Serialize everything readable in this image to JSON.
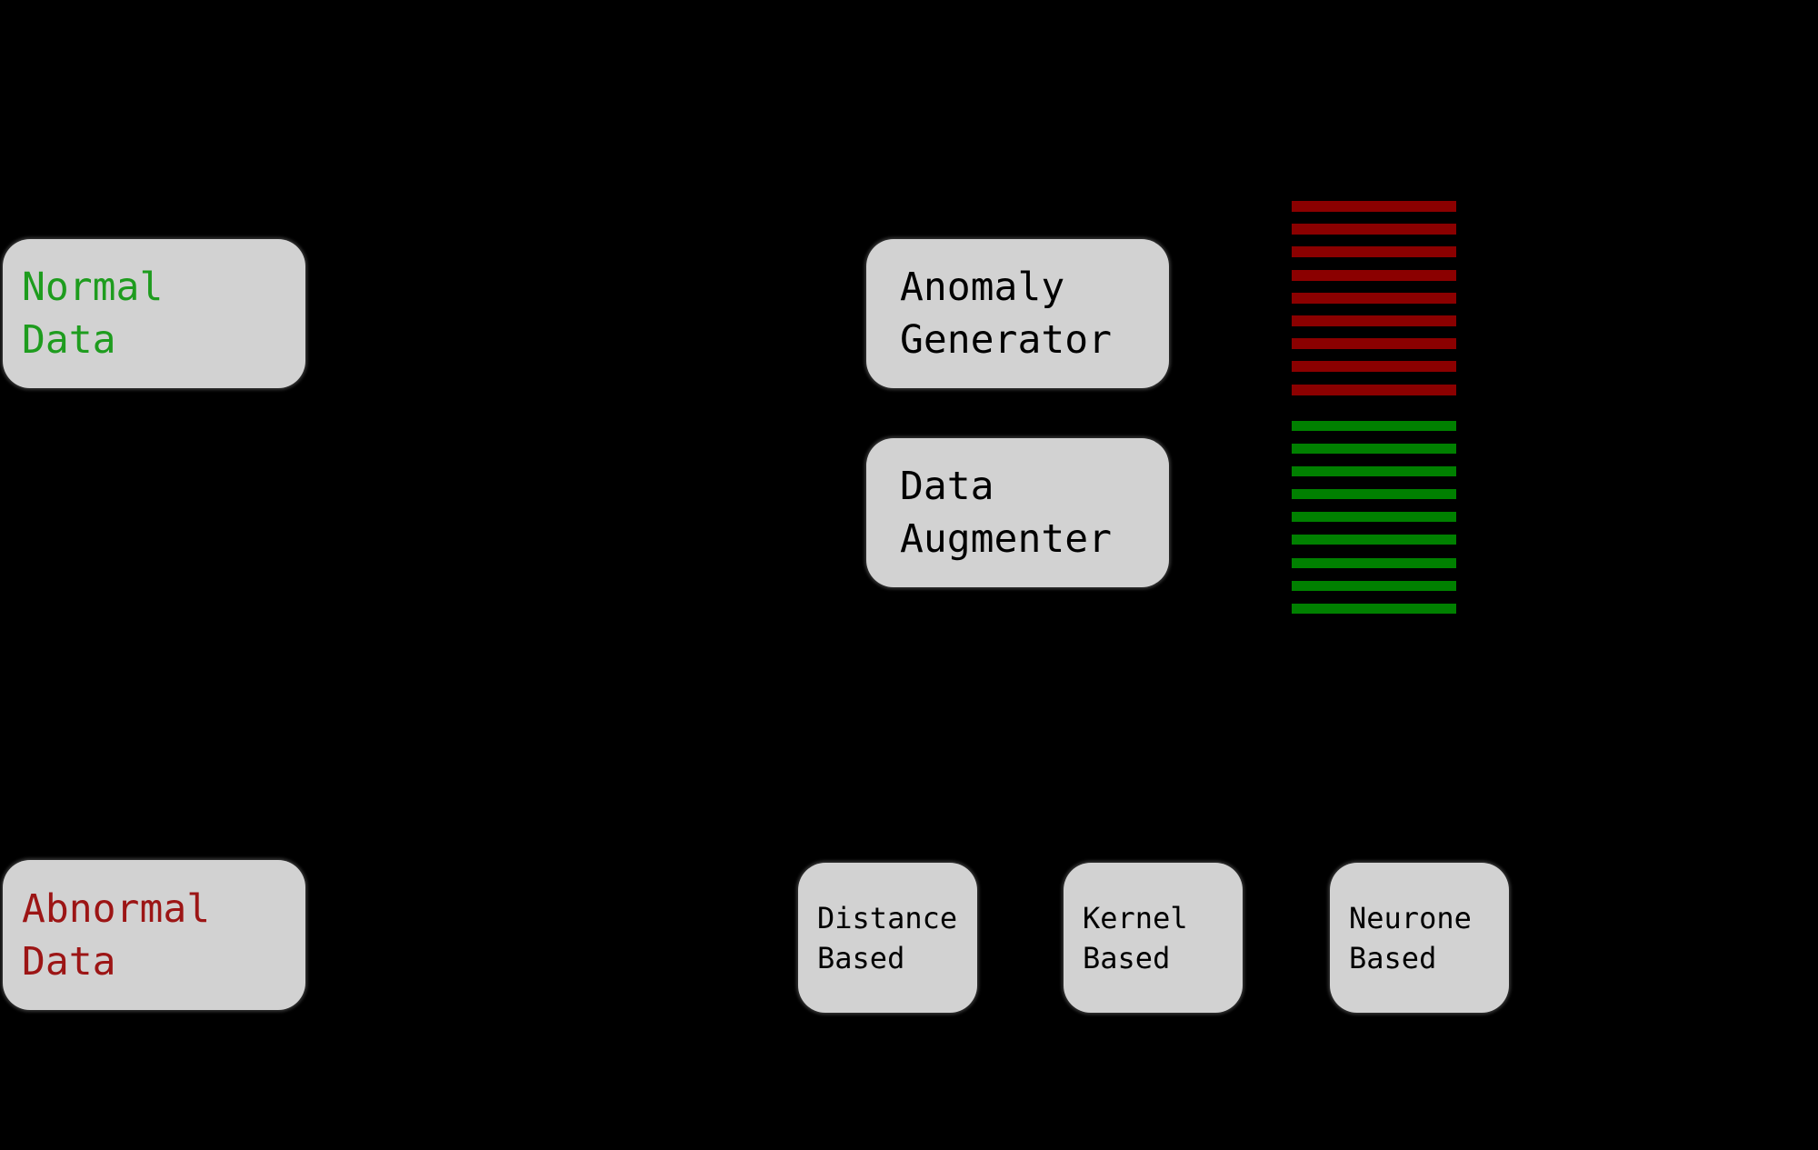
{
  "diagram": {
    "background_color": "#000000",
    "node_fill_color": "#d2d2d2",
    "nodes": {
      "normal_data": {
        "line1": "Normal",
        "line2": "Data",
        "text_color": "#1e9c1e"
      },
      "anomaly_generator": {
        "line1": "Anomaly",
        "line2": "Generator",
        "text_color": "#000000"
      },
      "data_augmenter": {
        "line1": "Data",
        "line2": "Augmenter",
        "text_color": "#000000"
      },
      "abnormal_data": {
        "line1": "Abnormal",
        "line2": "Data",
        "text_color": "#9c1515"
      },
      "distance_based": {
        "line1": "Distance",
        "line2": "Based",
        "text_color": "#000000"
      },
      "kernel_based": {
        "line1": "Kernel",
        "line2": "Based",
        "text_color": "#000000"
      },
      "neurone_based": {
        "line1": "Neurone",
        "line2": "Based",
        "text_color": "#000000"
      }
    },
    "bar_stacks": [
      {
        "id": "stack-anomaly",
        "name": "abnormal-sample-bars",
        "color": "#8b0000",
        "count": 9
      },
      {
        "id": "stack-augmented",
        "name": "normal-sample-bars",
        "color": "#008000",
        "count": 9
      }
    ]
  }
}
